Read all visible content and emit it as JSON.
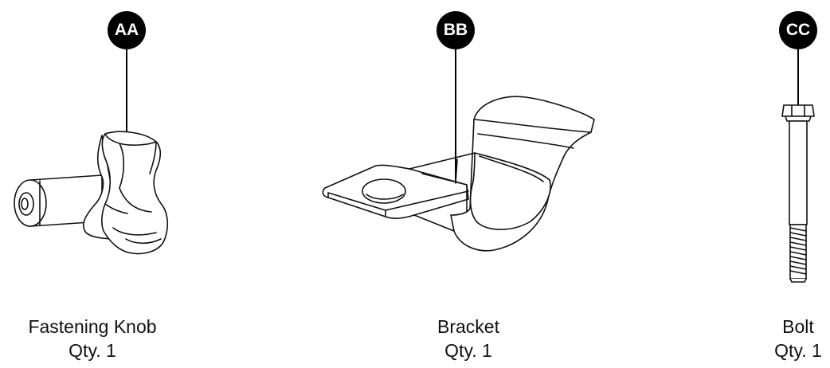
{
  "parts": [
    {
      "badge": "AA",
      "name": "Fastening Knob",
      "qty": "Qty. 1"
    },
    {
      "badge": "BB",
      "name": "Bracket",
      "qty": "Qty. 1"
    },
    {
      "badge": "CC",
      "name": "Bolt",
      "qty": "Qty. 1"
    }
  ]
}
